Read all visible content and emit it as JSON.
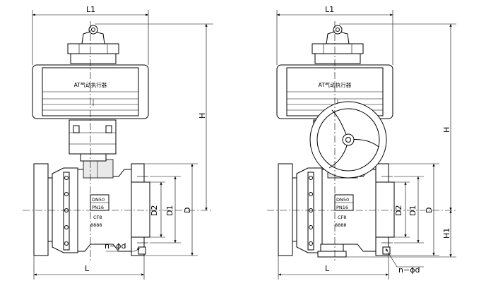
{
  "left_view": {
    "actuator_label": "AT气动执行器",
    "dim_L1": "L1",
    "dim_L": "L",
    "dim_H": "H",
    "dim_D": "D",
    "dim_D1": "D1",
    "dim_D2": "D2",
    "bolt_callout": "n−ϕd",
    "nameplate": {
      "size": "DN50",
      "pressure": "PN16",
      "material": "CF8",
      "marks": "8888"
    }
  },
  "right_view": {
    "actuator_label": "AT气动执行器",
    "dim_L1": "L1",
    "dim_L": "L",
    "dim_H": "H",
    "dim_H1": "H1",
    "dim_D": "D",
    "dim_D1": "D1",
    "dim_D2": "D2",
    "bolt_callout": "n−ϕd",
    "nameplate": {
      "size": "DN50",
      "pressure": "PN16",
      "material": "CF8",
      "marks": "8888"
    }
  },
  "colors": {
    "line": "#000000",
    "background": "#ffffff",
    "shade": "#e9e9e9"
  }
}
